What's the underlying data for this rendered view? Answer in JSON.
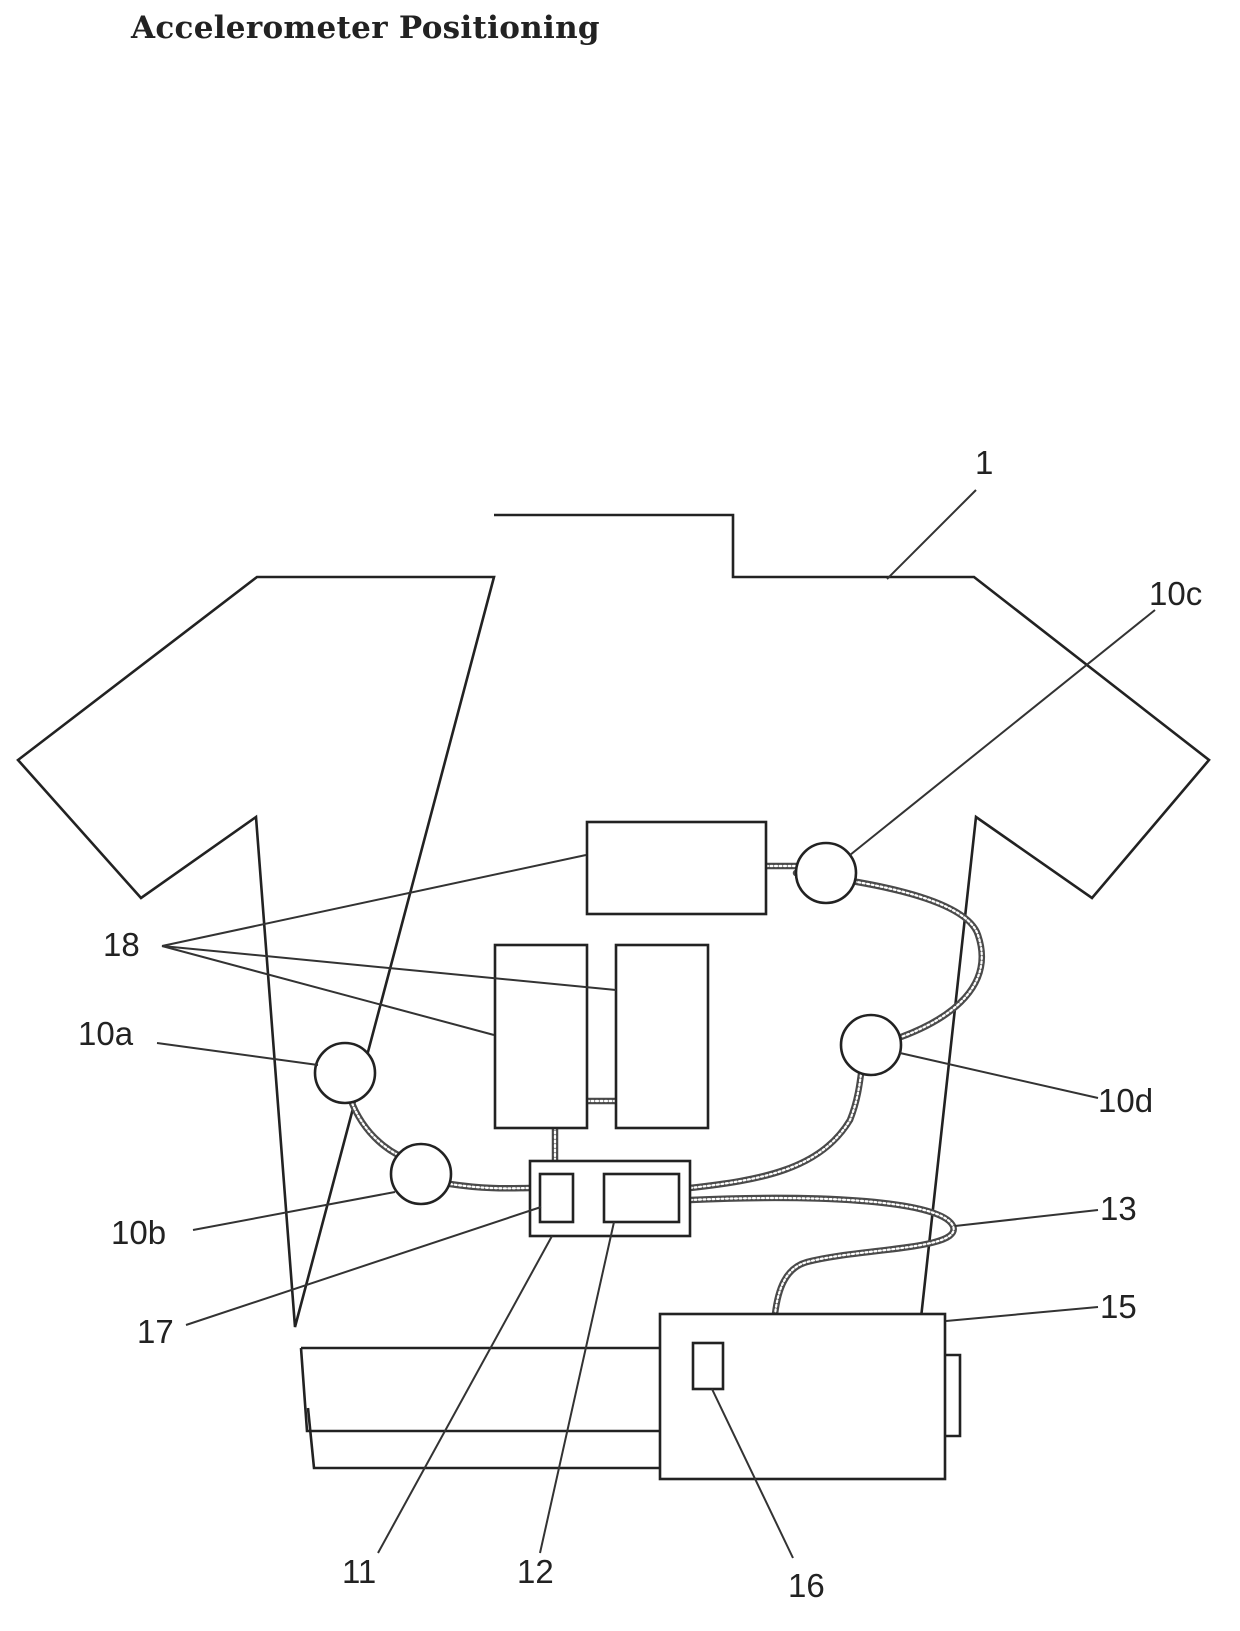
{
  "title": "Accelerometer Positioning",
  "labels": {
    "shirt": "1",
    "sensor_10a": "10a",
    "sensor_10b": "10b",
    "sensor_10c": "10c",
    "sensor_10d": "10d",
    "unit_11": "11",
    "unit_12": "12",
    "cable_13": "13",
    "module_15": "15",
    "component_16": "16",
    "component_17": "17",
    "electrodes_18": "18"
  }
}
